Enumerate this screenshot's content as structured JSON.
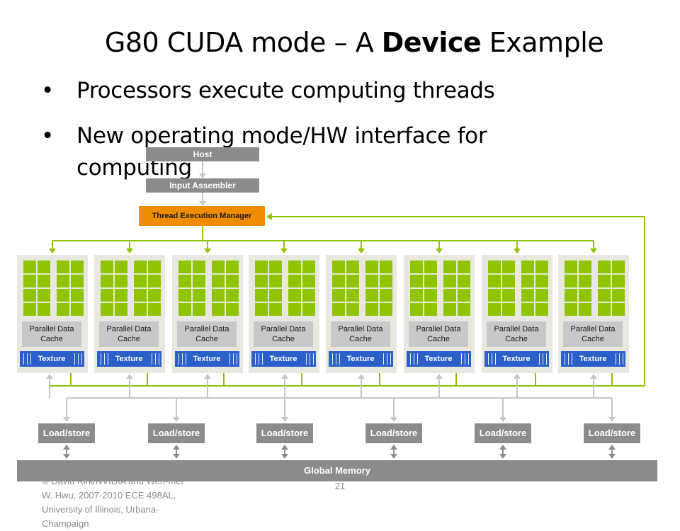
{
  "slide": {
    "title_pre": "G80 CUDA mode – A ",
    "title_bold": "Device",
    "title_post": " Example",
    "bullets": [
      "Processors execute computing threads",
      "New operating mode/HW interface for",
      "computing"
    ],
    "bullet_glyph": "•",
    "footer": "© David Kirk/NVIDIA and Wen-mei W. Hwu, 2007-2010 ECE 498AL, University of Illinois, Urbana-Champaign",
    "page_number": "21"
  },
  "diagram": {
    "host": "Host",
    "input_assembler": "Input Assembler",
    "thread_execution_manager": "Thread Execution Manager",
    "sm_cache_label": "Parallel Data Cache",
    "texture_label": "Texture",
    "load_store_label": "Load/store",
    "global_memory": "Global Memory",
    "sm_count": 8,
    "load_store_count": 6,
    "colors": {
      "core": "#8ec400",
      "bus": "#8ec400",
      "manager": "#f08c00",
      "texture": "#2b5fc9",
      "memory": "#8c8c8c",
      "feedback": "#8ec400"
    }
  }
}
